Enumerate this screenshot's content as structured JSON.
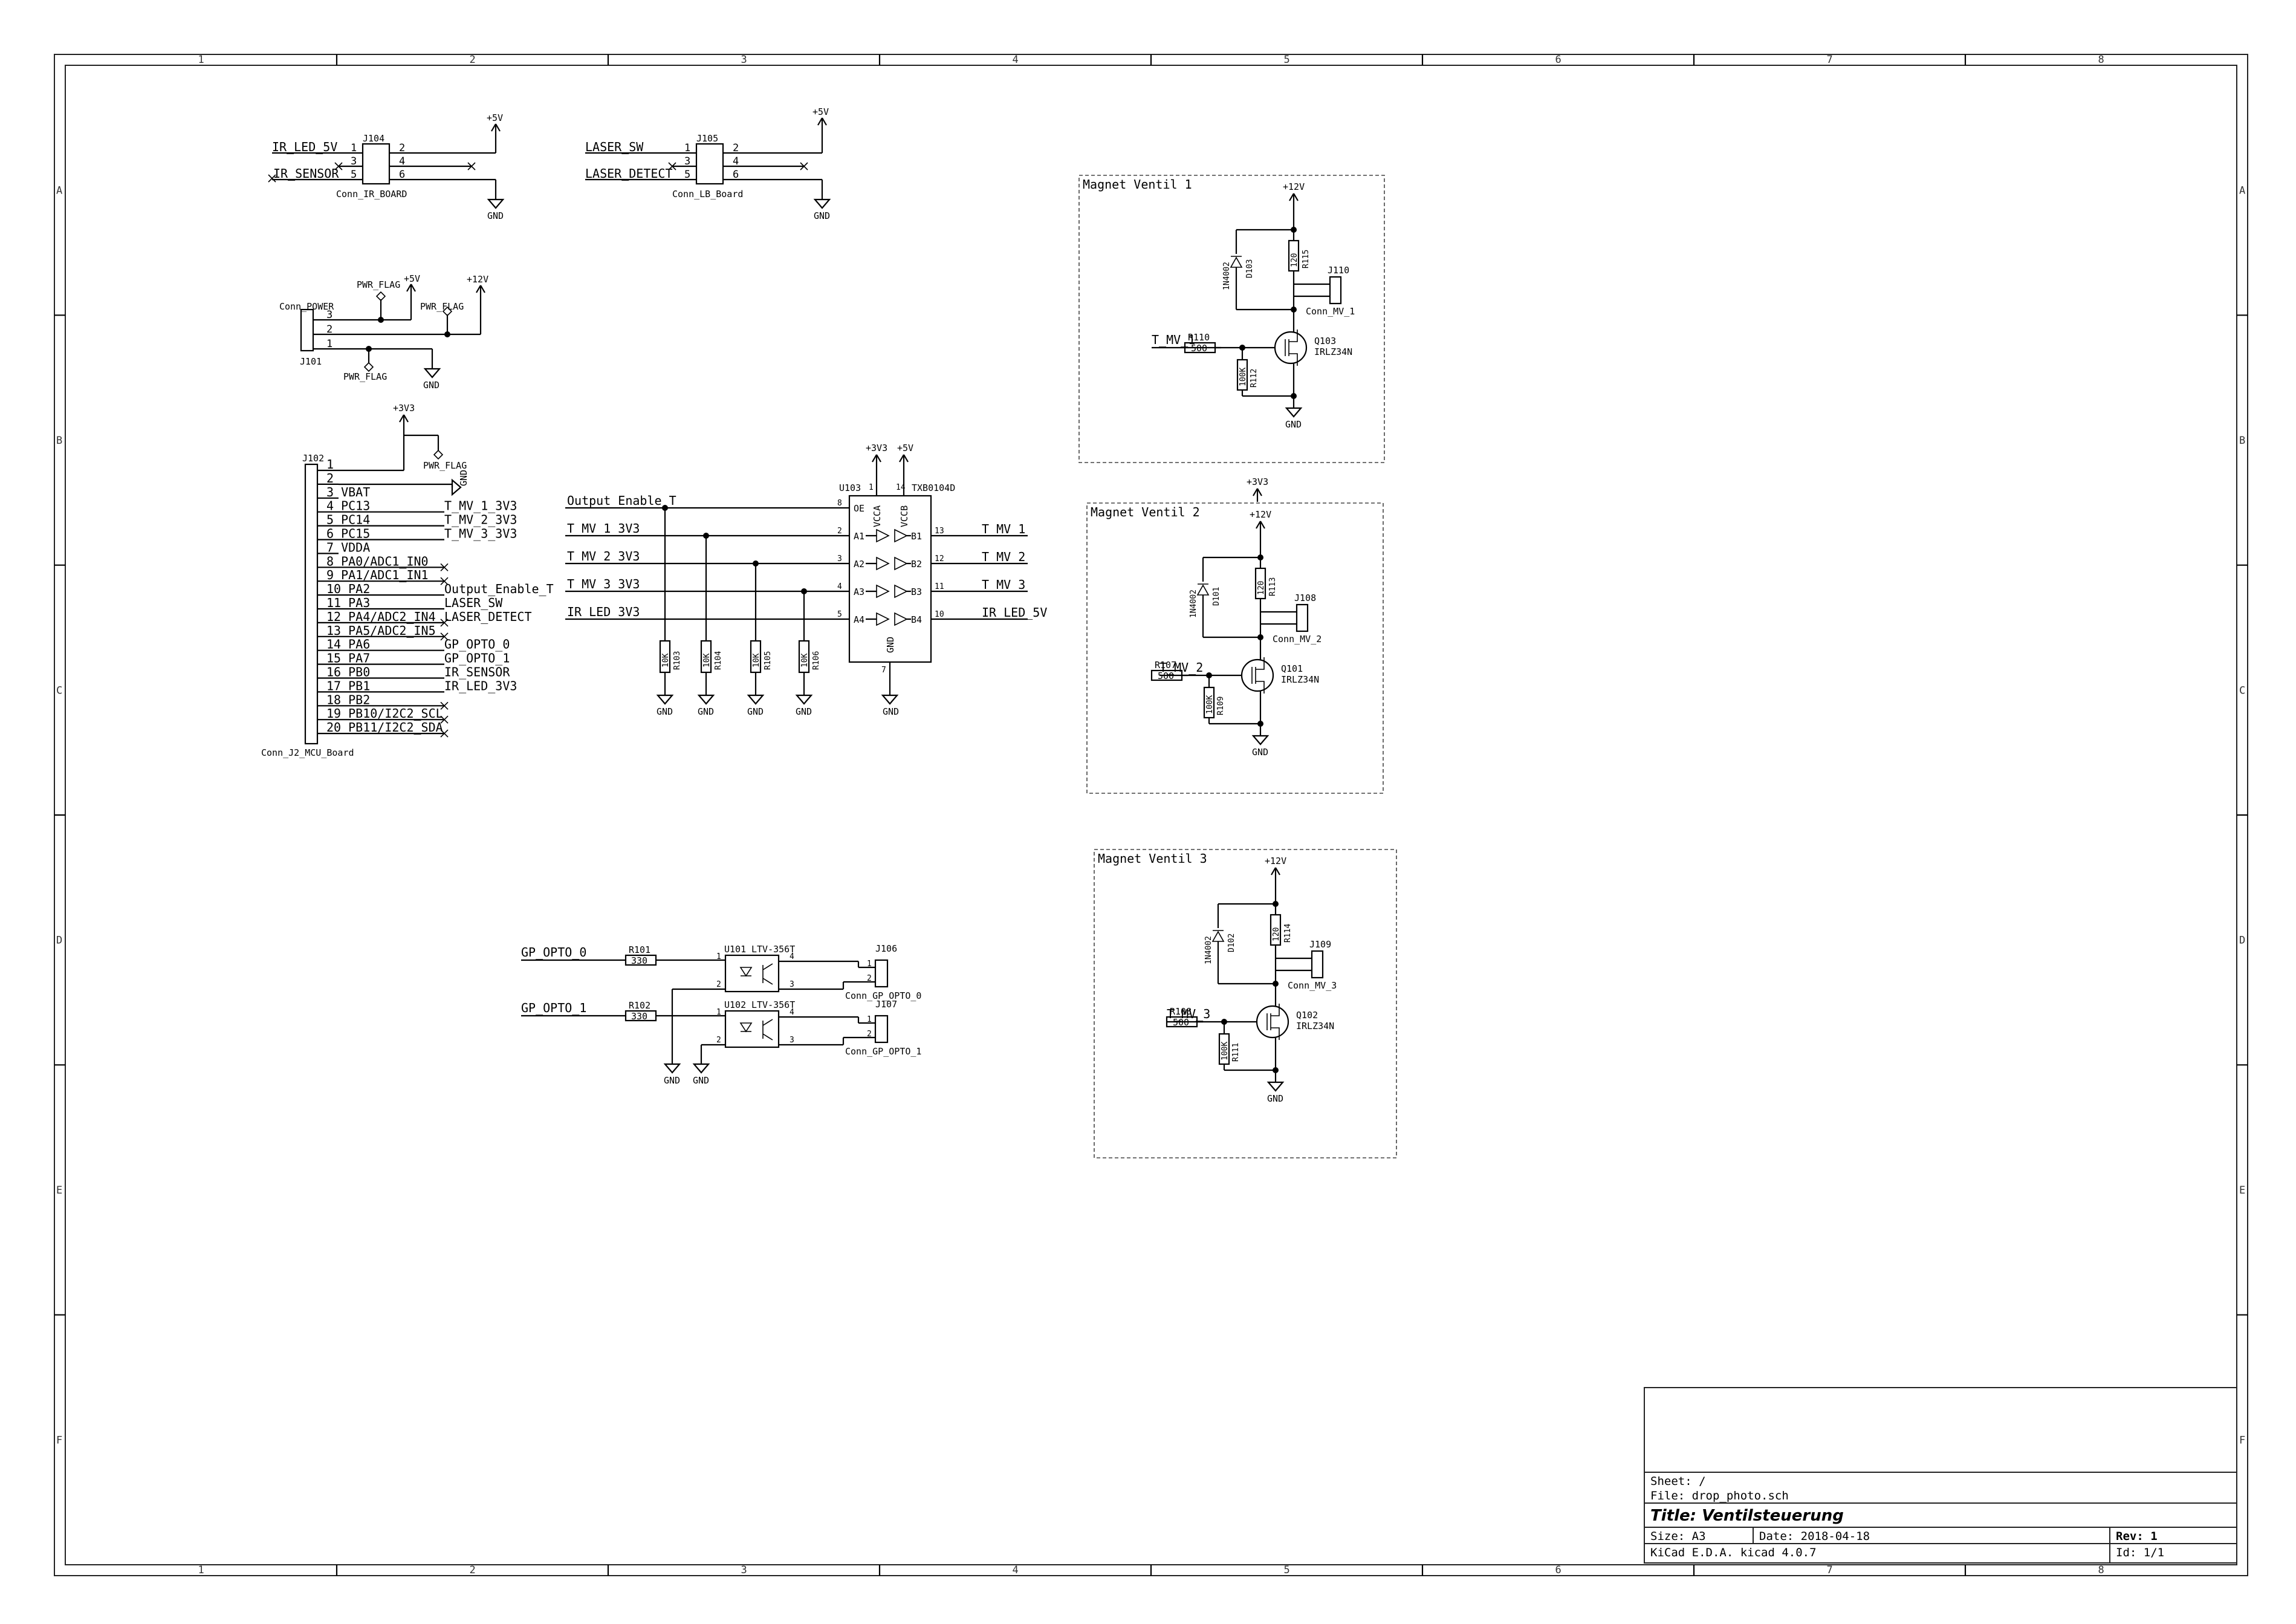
{
  "frame": {
    "col_labels": [
      "1",
      "2",
      "3",
      "4",
      "5",
      "6",
      "7",
      "8"
    ],
    "row_labels": [
      "A",
      "B",
      "C",
      "D",
      "E",
      "F"
    ]
  },
  "title_block": {
    "sheet": "Sheet: /",
    "file": "File: drop_photo.sch",
    "title": "Title: Ventilsteuerung",
    "size": "Size: A3",
    "date": "Date: 2018-04-18",
    "rev": "Rev: 1",
    "tool": "KiCad E.D.A.  kicad 4.0.7",
    "id": "Id: 1/1"
  },
  "power": {
    "p5v": "+5V",
    "p12v": "+12V",
    "p3v3": "+3V3",
    "gnd": "GND",
    "pwr_flag": "PWR_FLAG"
  },
  "j104": {
    "ref": "J104",
    "value": "Conn_IR_BOARD",
    "net_led": "IR_LED_5V",
    "net_sensor": "IR_SENSOR",
    "pins_left": [
      "1",
      "3",
      "5"
    ],
    "pins_right": [
      "2",
      "4",
      "6"
    ]
  },
  "j105": {
    "ref": "J105",
    "value": "Conn_LB_Board",
    "net_sw": "LASER_SW",
    "net_detect": "LASER_DETECT",
    "pins_left": [
      "1",
      "3",
      "5"
    ],
    "pins_right": [
      "2",
      "4",
      "6"
    ]
  },
  "j101": {
    "ref": "J101",
    "value": "Conn_POWER",
    "pins": [
      "3",
      "2",
      "1"
    ]
  },
  "j102": {
    "ref": "J102",
    "value": "Conn_J2_MCU_Board",
    "pins": [
      "1",
      "2",
      "3 VBAT",
      "4 PC13",
      "5 PC14",
      "6 PC15",
      "7 VDDA",
      "8 PA0/ADC1_IN0",
      "9 PA1/ADC1_IN1",
      "10 PA2",
      "11 PA3",
      "12 PA4/ADC2_IN4",
      "13 PA5/ADC2_IN5",
      "14 PA6",
      "15 PA7",
      "16 PB0",
      "17 PB1",
      "18 PB2",
      "19 PB10/I2C2_SCL",
      "20 PB11/I2C2_SDA"
    ],
    "nets": {
      "4": "T_MV_1_3V3",
      "5": "T_MV_2_3V3",
      "6": "T_MV_3_3V3",
      "10": "Output_Enable_T",
      "11": "LASER_SW",
      "12": "LASER_DETECT",
      "14": "GP_OPTO_0",
      "15": "GP_OPTO_1",
      "16": "IR_SENSOR",
      "17": "IR_LED_3V3"
    }
  },
  "u103": {
    "ref": "U103",
    "value": "TXB0104D",
    "left_pins": [
      "8",
      "2",
      "3",
      "4",
      "5"
    ],
    "left_names": [
      "OE",
      "A1",
      "A2",
      "A3",
      "A4"
    ],
    "right_pins": [
      "13",
      "12",
      "11",
      "10"
    ],
    "right_names": [
      "B1",
      "B2",
      "B3",
      "B4"
    ],
    "top_pins": [
      "1",
      "14"
    ],
    "top_names": [
      "VCCA",
      "VCCB"
    ],
    "bottom_pin": "7",
    "bottom_name": "GND",
    "in_nets": [
      "Output_Enable_T",
      "T_MV_1_3V3",
      "T_MV_2_3V3",
      "T_MV_3_3V3",
      "IR_LED_3V3"
    ],
    "out_nets": [
      "T_MV_1",
      "T_MV_2",
      "T_MV_3",
      "IR_LED_5V"
    ]
  },
  "pulldowns": [
    {
      "ref": "R103",
      "value": "10K"
    },
    {
      "ref": "R104",
      "value": "10K"
    },
    {
      "ref": "R105",
      "value": "10K"
    },
    {
      "ref": "R106",
      "value": "10K"
    }
  ],
  "opto": [
    {
      "ref": "U101",
      "value": "LTV-356T",
      "r_ref": "R101",
      "r_val": "330",
      "net": "GP_OPTO_0",
      "conn_ref": "J106",
      "conn_val": "Conn_GP_OPTO_0",
      "pins": [
        "1",
        "2",
        "4",
        "3"
      ]
    },
    {
      "ref": "U102",
      "value": "LTV-356T",
      "r_ref": "R102",
      "r_val": "330",
      "net": "GP_OPTO_1",
      "conn_ref": "J107",
      "conn_val": "Conn_GP_OPTO_1",
      "pins": [
        "1",
        "2",
        "4",
        "3"
      ]
    }
  ],
  "valves": [
    {
      "title": "Magnet Ventil 1",
      "d_ref": "D103",
      "d_val": "1N4002",
      "led_r_ref": "R115",
      "led_r_val": "120",
      "conn_ref": "J110",
      "conn_val": "Conn_MV_1",
      "q_ref": "Q103",
      "q_val": "IRLZ34N",
      "rg_ref": "R110",
      "rg_val": "500",
      "rpd_ref": "R112",
      "rpd_val": "100K",
      "net": "T_MV_1"
    },
    {
      "title": "Magnet Ventil 2",
      "d_ref": "D101",
      "d_val": "1N4002",
      "led_r_ref": "R113",
      "led_r_val": "120",
      "conn_ref": "J108",
      "conn_val": "Conn_MV_2",
      "q_ref": "Q101",
      "q_val": "IRLZ34N",
      "rg_ref": "R107",
      "rg_val": "500",
      "rpd_ref": "R109",
      "rpd_val": "100K",
      "net": "T_MV_2"
    },
    {
      "title": "Magnet Ventil 3",
      "d_ref": "D102",
      "d_val": "1N4002",
      "led_r_ref": "R114",
      "led_r_val": "120",
      "conn_ref": "J109",
      "conn_val": "Conn_MV_3",
      "q_ref": "Q102",
      "q_val": "IRLZ34N",
      "rg_ref": "R108",
      "rg_val": "500",
      "rpd_ref": "R111",
      "rpd_val": "100K",
      "net": "T_MV_3"
    }
  ]
}
